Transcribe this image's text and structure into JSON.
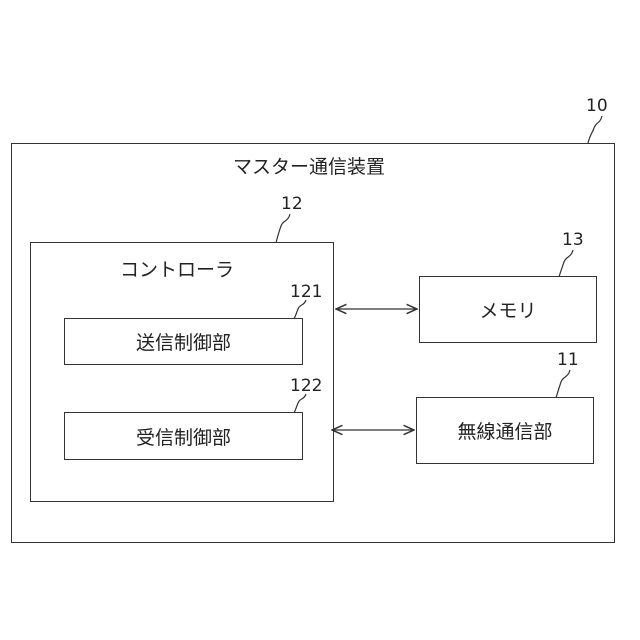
{
  "device": {
    "title": "マスター通信装置",
    "ref": "10"
  },
  "controller": {
    "title": "コントローラ",
    "ref": "12"
  },
  "tx_control": {
    "label": "送信制御部",
    "ref": "121"
  },
  "rx_control": {
    "label": "受信制御部",
    "ref": "122"
  },
  "memory": {
    "label": "メモリ",
    "ref": "13"
  },
  "wireless": {
    "label": "無線通信部",
    "ref": "11"
  }
}
